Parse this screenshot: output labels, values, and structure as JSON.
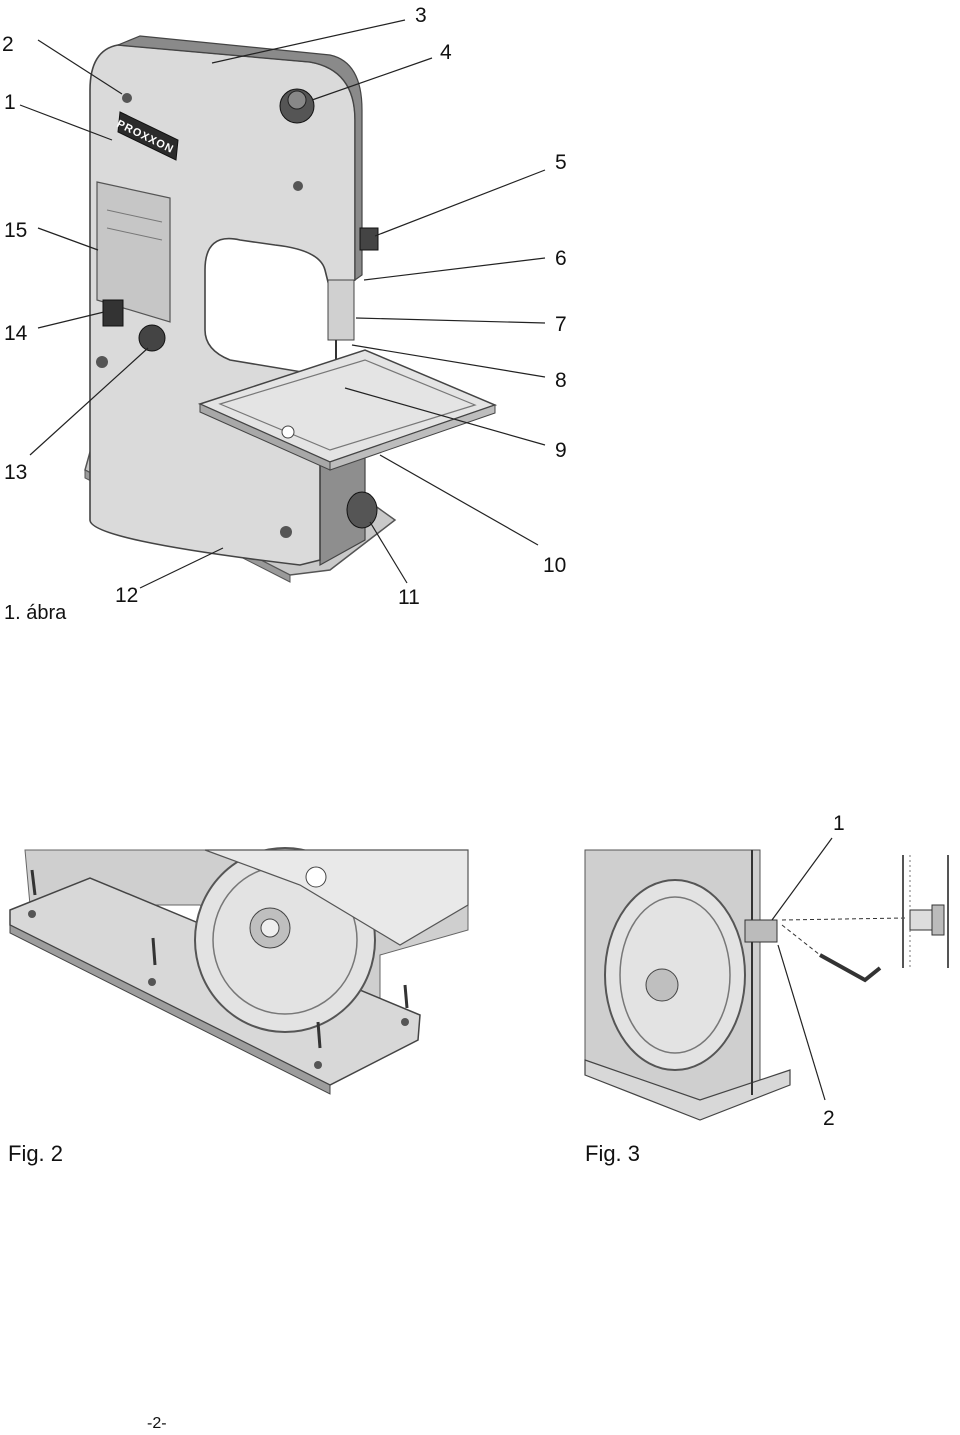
{
  "figure1": {
    "caption": "1.  ábra",
    "brand": "PROXXON",
    "callouts": [
      "1",
      "2",
      "3",
      "4",
      "5",
      "6",
      "7",
      "8",
      "9",
      "10",
      "11",
      "12",
      "13",
      "14",
      "15"
    ]
  },
  "figure2": {
    "caption": "Fig. 2"
  },
  "figure3": {
    "caption": "Fig. 3",
    "callouts": [
      "1",
      "2"
    ]
  },
  "page_number": "-2-"
}
